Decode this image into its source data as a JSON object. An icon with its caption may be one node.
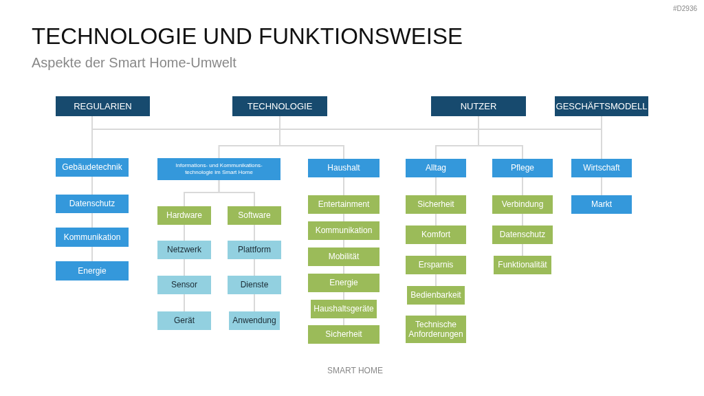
{
  "diagram": {
    "title": "TECHNOLOGIE UND FUNKTIONSWEISE",
    "nodes": [
      {
        "text": [
          "REGULARIEN"
        ]
      },
      {
        "text": [
          "TECHNOLOGIE"
        ]
      },
      {
        "text": [
          "NUTZER"
        ]
      },
      {
        "text": [
          "GESCHÄFTSMODELL"
        ]
      },
      {
        "text": [
          "Gebäudetechnik"
        ]
      },
      {
        "text": [
          "Datenschutz"
        ]
      },
      {
        "text": [
          "Kommunikation"
        ]
      },
      {
        "text": [
          "Energie"
        ]
      },
      {
        "text": [
          "Informations- und Kommunikations- technologie im Smart Home"
        ]
      },
      {
        "text": [
          "Hardware"
        ]
      },
      {
        "text": [
          "Software"
        ]
      },
      {
        "text": [
          "Netzwerk"
        ]
      },
      {
        "text": [
          "Sensor"
        ]
      },
      {
        "text": [
          "Gerät"
        ]
      },
      {
        "text": [
          "Plattform"
        ]
      },
      {
        "text": [
          "Dienste"
        ]
      },
      {
        "text": [
          "Anwendung"
        ]
      },
      {
        "text": [
          "Haushalt"
        ]
      },
      {
        "text": [
          "Entertainment"
        ]
      },
      {
        "text": [
          "Kommunikation"
        ]
      },
      {
        "text": [
          "Mobilität"
        ]
      },
      {
        "text": [
          "Energie"
        ]
      },
      {
        "text": [
          "Haushaltsgeräte"
        ]
      },
      {
        "text": [
          "Sicherheit"
        ]
      },
      {
        "text": [
          "Alltag"
        ]
      },
      {
        "text": [
          "Sicherheit"
        ]
      },
      {
        "text": [
          "Komfort"
        ]
      },
      {
        "text": [
          "Ersparnis"
        ]
      },
      {
        "text": [
          "Bedienbarkeit"
        ]
      },
      {
        "text": [
          "Technische Anforderungen"
        ]
      },
      {
        "text": [
          "Pflege"
        ]
      },
      {
        "text": [
          "Verbindung"
        ]
      },
      {
        "text": [
          "Datenschutz"
        ]
      },
      {
        "text": [
          "Funktionalität"
        ]
      },
      {
        "text": [
          "Wirtschaft"
        ]
      },
      {
        "text": [
          "Markt"
        ]
      }
    ],
    "edges": [
      {
        "from": 0,
        "to": 1,
        "arrow": "none"
      },
      {
        "from": 1,
        "to": 2,
        "arrow": "none"
      },
      {
        "from": 2,
        "to": 3,
        "arrow": "none"
      },
      {
        "from": 0,
        "to": 4,
        "arrow": "none"
      },
      {
        "from": 4,
        "to": 5,
        "arrow": "none"
      },
      {
        "from": 5,
        "to": 6,
        "arrow": "none"
      },
      {
        "from": 6,
        "to": 7,
        "arrow": "none"
      },
      {
        "from": 1,
        "to": 8,
        "arrow": "none"
      },
      {
        "from": 1,
        "to": 17,
        "arrow": "none"
      },
      {
        "from": 8,
        "to": 9,
        "arrow": "none"
      },
      {
        "from": 8,
        "to": 10,
        "arrow": "none"
      },
      {
        "from": 9,
        "to": 11,
        "arrow": "none"
      },
      {
        "from": 11,
        "to": 12,
        "arrow": "none"
      },
      {
        "from": 12,
        "to": 13,
        "arrow": "none"
      },
      {
        "from": 10,
        "to": 14,
        "arrow": "none"
      },
      {
        "from": 14,
        "to": 15,
        "arrow": "none"
      },
      {
        "from": 15,
        "to": 16,
        "arrow": "none"
      },
      {
        "from": 17,
        "to": 18,
        "arrow": "none"
      },
      {
        "from": 18,
        "to": 19,
        "arrow": "none"
      },
      {
        "from": 19,
        "to": 20,
        "arrow": "none"
      },
      {
        "from": 20,
        "to": 21,
        "arrow": "none"
      },
      {
        "from": 21,
        "to": 22,
        "arrow": "none"
      },
      {
        "from": 22,
        "to": 23,
        "arrow": "none"
      },
      {
        "from": 2,
        "to": 24,
        "arrow": "none"
      },
      {
        "from": 2,
        "to": 30,
        "arrow": "none"
      },
      {
        "from": 24,
        "to": 25,
        "arrow": "none"
      },
      {
        "from": 25,
        "to": 26,
        "arrow": "none"
      },
      {
        "from": 26,
        "to": 27,
        "arrow": "none"
      },
      {
        "from": 27,
        "to": 28,
        "arrow": "none"
      },
      {
        "from": 28,
        "to": 29,
        "arrow": "none"
      },
      {
        "from": 30,
        "to": 31,
        "arrow": "none"
      },
      {
        "from": 31,
        "to": 32,
        "arrow": "none"
      },
      {
        "from": 32,
        "to": 33,
        "arrow": "none"
      },
      {
        "from": 3,
        "to": 34,
        "arrow": "none"
      },
      {
        "from": 34,
        "to": 35,
        "arrow": "none"
      }
    ],
    "labels": [
      "Aspekte der Smart Home-Umwelt",
      "SMART HOME",
      "#D2936"
    ]
  }
}
